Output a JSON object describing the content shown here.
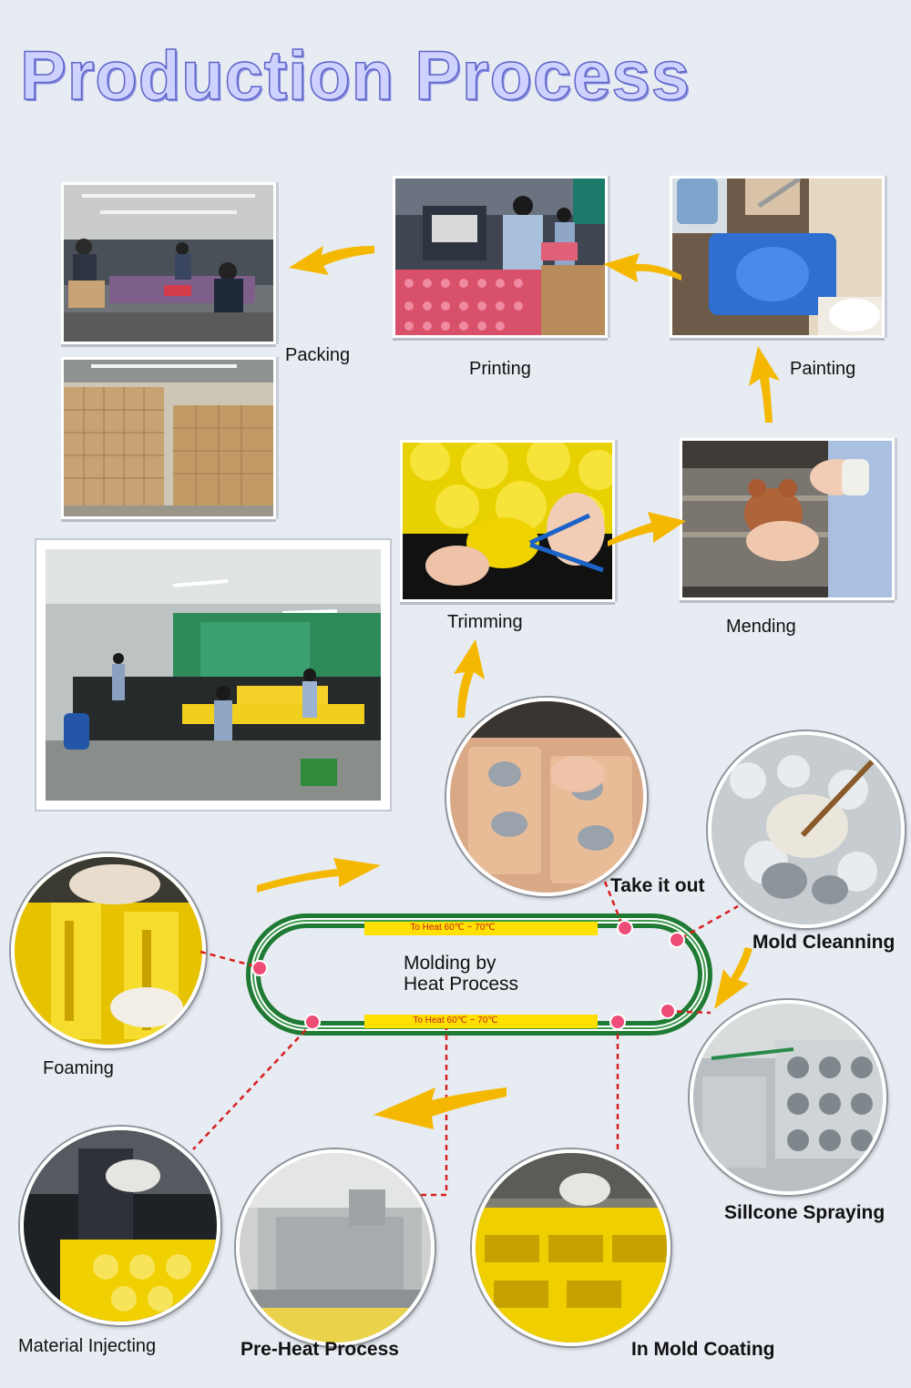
{
  "title": "Production Process",
  "colors": {
    "background": "#e7ebf2",
    "arrow": "#f5b800",
    "track_green": "#1f7a33",
    "heat_bar": "#ffe000",
    "connector_red": "#d81e1e"
  },
  "diagram": {
    "center_line1": "Molding by",
    "center_line2": "Heat Process",
    "heat_top": "To Heat 60℃ ~ 70℃",
    "heat_bottom": "To Heat 60℃ ~ 70℃"
  },
  "steps": {
    "packing": "Packing",
    "printing": "Printing",
    "painting": "Painting",
    "trimming": "Trimming",
    "mending": "Mending",
    "take_out": "Take it out",
    "mold_cleaning": "Mold Cleanning",
    "foaming": "Foaming",
    "silicone_spraying": "Sillcone Spraying",
    "material_injecting": "Material Injecting",
    "preheat": "Pre-Heat Process",
    "in_mold_coating": "In Mold Coating"
  }
}
